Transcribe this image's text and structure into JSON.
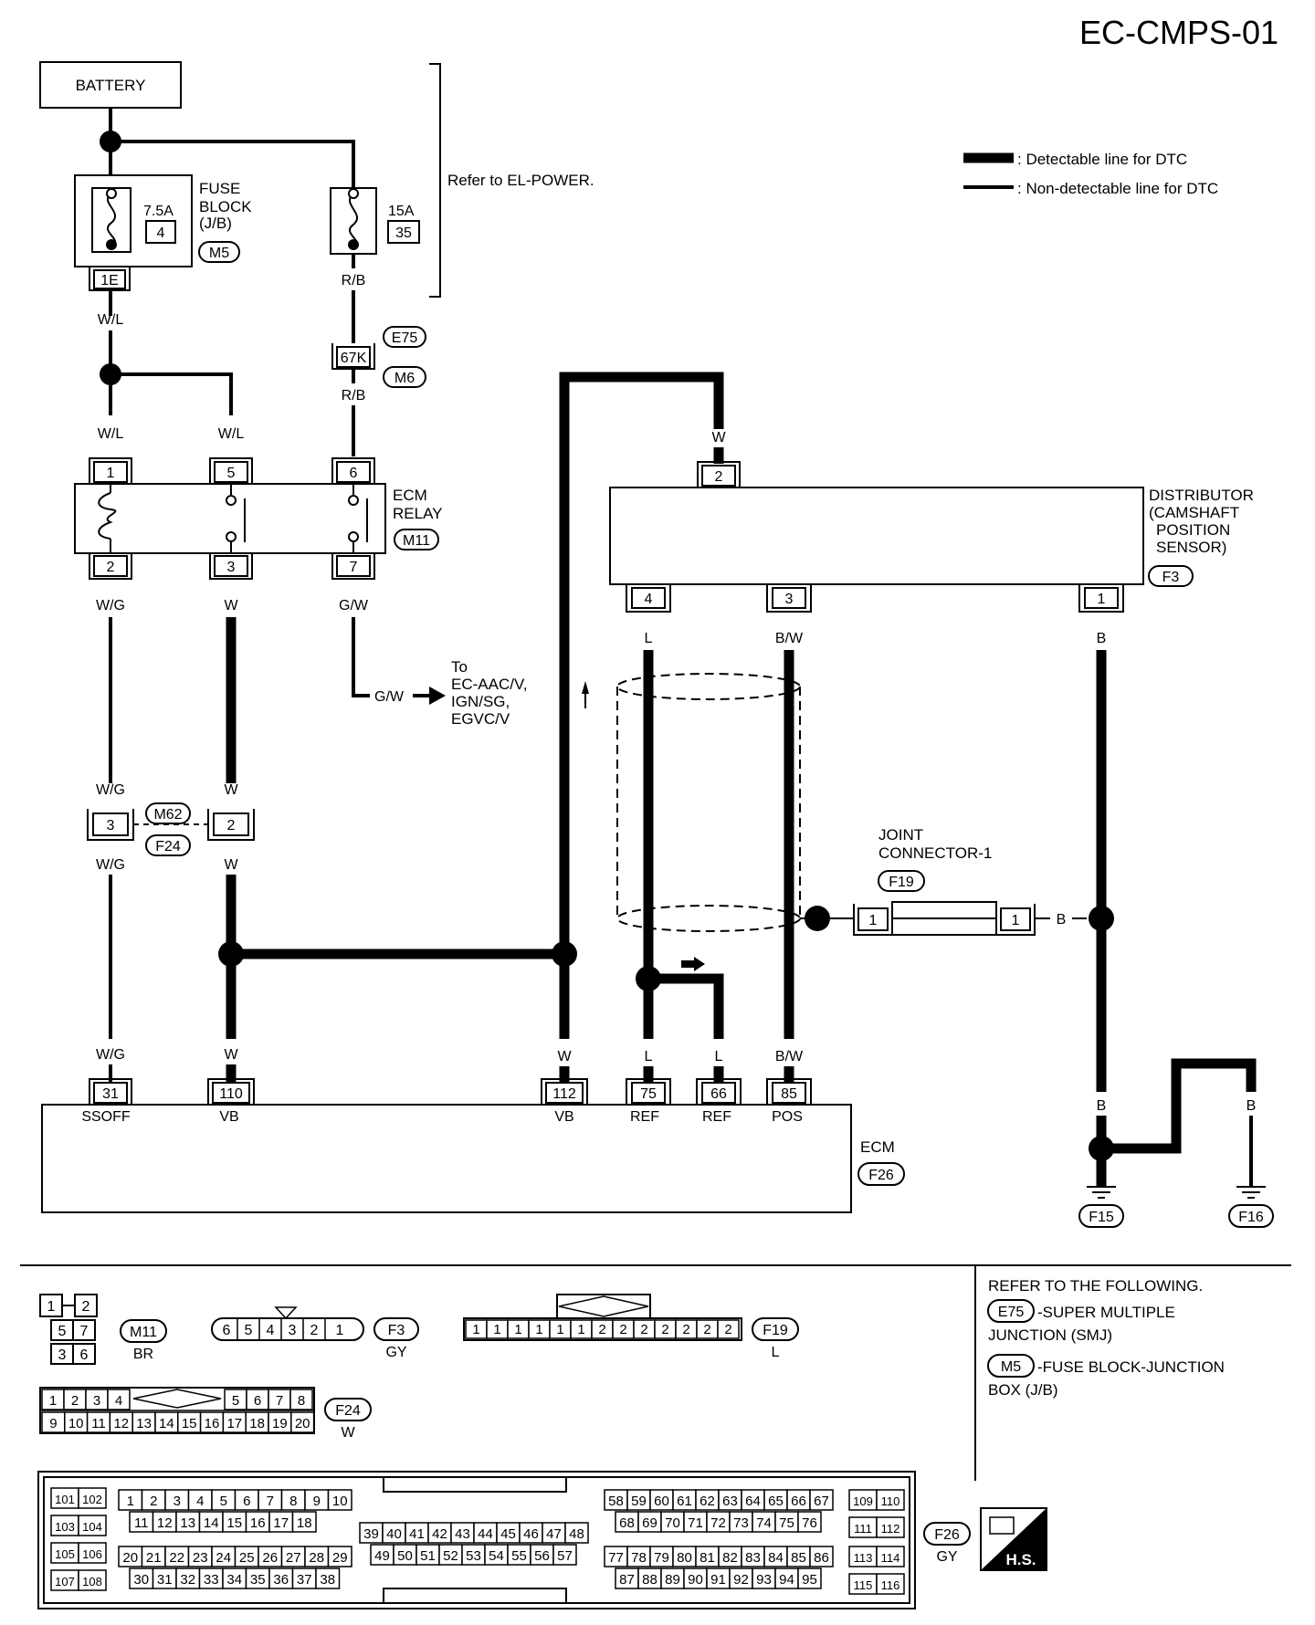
{
  "page_title": "EC-CMPS-01",
  "legend": {
    "detectable": ": Detectable line for DTC",
    "nondetectable": ": Non-detectable line for DTC"
  },
  "battery": "BATTERY",
  "refer_power": "Refer to EL-POWER.",
  "fuse_block": {
    "label1": "FUSE",
    "label2": "BLOCK",
    "label3": "(J/B)",
    "amp": "7.5A",
    "num": "4",
    "connector": "M5",
    "terminal": "1E"
  },
  "fuse15": {
    "amp": "15A",
    "num": "35"
  },
  "ecm_relay": {
    "label1": "ECM",
    "label2": "RELAY",
    "connector": "M11"
  },
  "distributor": {
    "label1": "DISTRIBUTOR",
    "label2": "(CAMSHAFT",
    "label3": "POSITION",
    "label4": "SENSOR)",
    "connector": "F3"
  },
  "joint": {
    "label1": "JOINT",
    "label2": "CONNECTOR-1",
    "connector": "F19"
  },
  "ecm": {
    "label": "ECM",
    "connector": "F26"
  },
  "to_text": {
    "l1": "To",
    "l2": "EC-AAC/V,",
    "l3": "IGN/SG,",
    "l4": "EGVC/V"
  },
  "connectors": {
    "e75": "E75",
    "m6": "M6",
    "k67": "67K",
    "m62": "M62",
    "f24": "F24",
    "f15": "F15",
    "f16": "F16"
  },
  "wire_colors": {
    "wl": "W/L",
    "rb": "R/B",
    "wg": "W/G",
    "w": "W",
    "gw": "G/W",
    "l": "L",
    "bw": "B/W",
    "b": "B"
  },
  "pins": {
    "relay_top": [
      "1",
      "5",
      "6"
    ],
    "relay_bot": [
      "2",
      "3",
      "7"
    ],
    "dist_top": "2",
    "dist_bot": [
      "4",
      "3",
      "1"
    ],
    "m62": [
      "3",
      "2"
    ],
    "joint": [
      "1",
      "1"
    ],
    "ecm": [
      "31",
      "110",
      "112",
      "75",
      "66",
      "85"
    ]
  },
  "ecm_terms": [
    "SSOFF",
    "VB",
    "VB",
    "REF",
    "REF",
    "POS"
  ],
  "refer": {
    "title": "REFER TO THE FOLLOWING.",
    "e75_code": "E75",
    "e75_text1": "-SUPER MULTIPLE",
    "e75_text2": "JUNCTION (SMJ)",
    "m5_code": "M5",
    "m5_text1": "-FUSE BLOCK-JUNCTION",
    "m5_text2": "BOX (J/B)"
  },
  "conn_views": {
    "m11": {
      "code": "M11",
      "color": "BR",
      "pins": [
        "1",
        "2",
        "5",
        "7",
        "3",
        "6"
      ]
    },
    "f3": {
      "code": "F3",
      "color": "GY",
      "pins": [
        "6",
        "5",
        "4",
        "3",
        "2",
        "1"
      ]
    },
    "f19": {
      "code": "F19",
      "color": "L",
      "pins": [
        "1",
        "1",
        "1",
        "1",
        "1",
        "1",
        "2",
        "2",
        "2",
        "2",
        "2",
        "2",
        "2"
      ]
    },
    "f24": {
      "code": "F24",
      "color": "W",
      "top": [
        "1",
        "2",
        "3",
        "4",
        "5",
        "6",
        "7",
        "8"
      ],
      "bot": [
        "9",
        "10",
        "11",
        "12",
        "13",
        "14",
        "15",
        "16",
        "17",
        "18",
        "19",
        "20"
      ]
    },
    "f26": {
      "code": "F26",
      "color": "GY"
    }
  },
  "hs": "H.S."
}
